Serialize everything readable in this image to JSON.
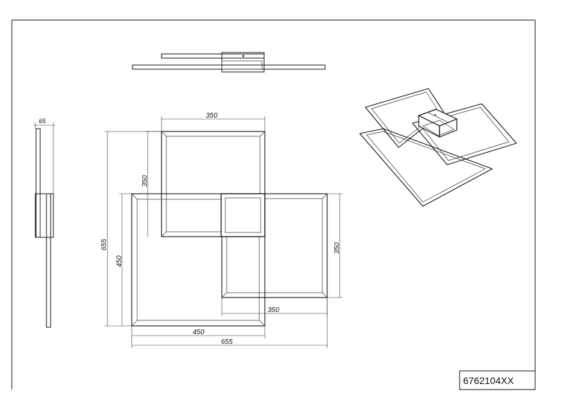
{
  "drawing": {
    "model_number": "6762104XX",
    "dimensions": {
      "top_width": "350",
      "top_height": "350",
      "overall_height": "655",
      "large_height": "450",
      "right_height": "350",
      "right_width": "350",
      "large_width": "450",
      "overall_width": "655",
      "side_depth": "65"
    }
  }
}
